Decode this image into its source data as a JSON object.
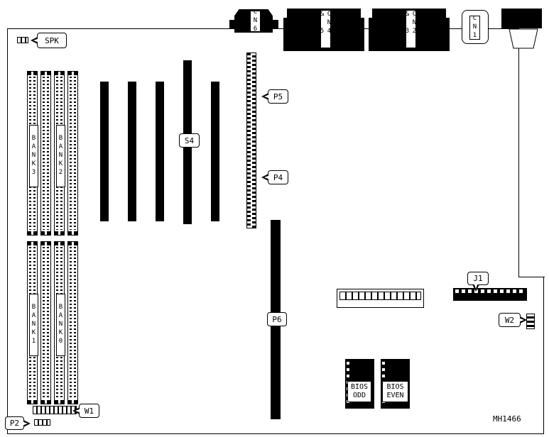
{
  "figure": {
    "part_number": "MH1466"
  },
  "connectors": {
    "cn6": "CN6",
    "cn45": "CN4 & 5",
    "cn23": "CN2 & 3",
    "cn1": "CN1"
  },
  "callouts": {
    "spk": "SPK",
    "p5": "P5",
    "p4": "P4",
    "s4": "S4",
    "p6": "P6",
    "j1": "J1",
    "w2": "W2",
    "w1": "W1",
    "p2": "P2"
  },
  "banks": {
    "bank3": "BANK3",
    "bank2": "BANK2",
    "bank1": "BANK1",
    "bank0": "BANK0"
  },
  "bios": {
    "odd": {
      "line1": "BIOS",
      "line2": "ODD"
    },
    "even": {
      "line1": "BIOS",
      "line2": "EVEN"
    }
  }
}
